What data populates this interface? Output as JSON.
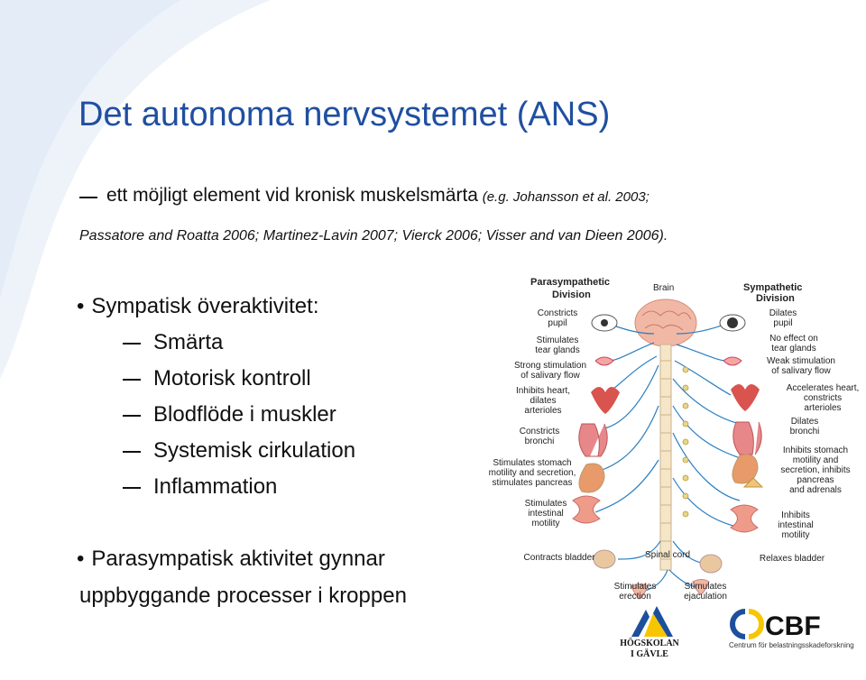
{
  "title": "Det autonoma nervsystemet (ANS)",
  "citation": {
    "lead": "ett möjligt element vid kronisk muskelsmärta",
    "refs1": "(e.g. Johansson et al. 2003;",
    "refs2": "Passatore and Roatta 2006; Martinez-Lavin 2007; Vierck 2006; Visser and van Dieen 2006)."
  },
  "bullets": {
    "sympathetic": "Sympatisk överaktivitet:",
    "sub_items": [
      "Smärta",
      "Motorisk kontroll",
      "Blodflöde i muskler",
      "Systemisk cirkulation",
      "Inflammation"
    ],
    "parasympathetic_line1": "Parasympatisk aktivitet gynnar",
    "parasympathetic_line2": "uppbyggande processer i kroppen"
  },
  "diagram": {
    "header_left": [
      "Parasympathetic",
      "Division"
    ],
    "header_center": "Brain",
    "header_right": [
      "Sympathetic",
      "Division"
    ],
    "left_labels": [
      [
        "Constricts",
        "pupil"
      ],
      [
        "Stimulates",
        "tear glands"
      ],
      [
        "Strong stimulation",
        "of salivary flow"
      ],
      [
        "Inhibits heart,",
        "dilates",
        "arterioles"
      ],
      [
        "Constricts",
        "bronchi"
      ],
      [
        "Stimulates stomach",
        "motility and secretion,",
        "stimulates pancreas"
      ],
      [
        "Stimulates",
        "intestinal",
        "motility"
      ],
      [
        "Contracts bladder"
      ]
    ],
    "right_labels": [
      [
        "Dilates",
        "pupil"
      ],
      [
        "No effect on",
        "tear glands"
      ],
      [
        "Weak stimulation",
        "of salivary flow"
      ],
      [
        "Accelerates heart,",
        "constricts",
        "arterioles"
      ],
      [
        "Dilates",
        "bronchi"
      ],
      [
        "Inhibits stomach",
        "motility and",
        "secretion, inhibits",
        "pancreas",
        "and adrenals"
      ],
      [
        "Inhibits",
        "intestinal",
        "motility"
      ],
      [
        "Relaxes bladder"
      ]
    ],
    "spinal_cord": "Spinal cord",
    "bottom_left": [
      "Stimulates",
      "erection"
    ],
    "bottom_right": [
      "Stimulates",
      "ejaculation"
    ]
  },
  "logos": {
    "hig_line1": "HÖGSKOLAN",
    "hig_line2": "I GÄVLE",
    "cbf_name": "CBF",
    "cbf_tagline": "Centrum för belastningsskadeforskning"
  },
  "colors": {
    "title": "#1f4fa0",
    "nerve": "#2a7fc1",
    "brain": "#f2b8a6",
    "cbf_blue": "#1d4f9c",
    "cbf_yellow": "#f7c600"
  }
}
